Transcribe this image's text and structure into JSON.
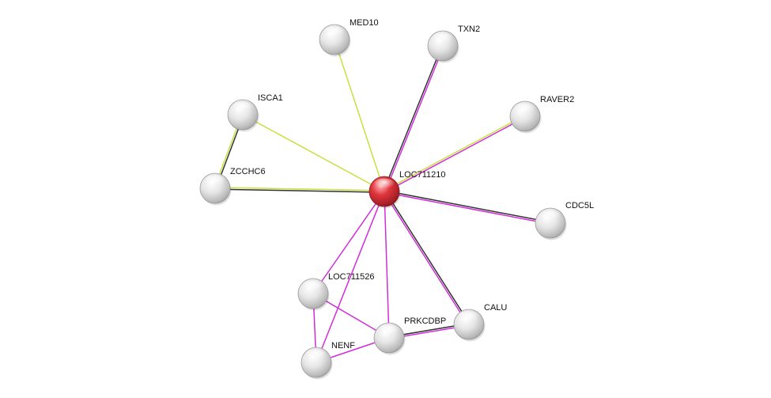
{
  "network": {
    "center_node": "LOC711210",
    "nodes": [
      {
        "id": "LOC711210",
        "label": "LOC711210",
        "color": "#e0363d",
        "center": true
      },
      {
        "id": "MED10",
        "label": "MED10",
        "color": "#e8e8e8"
      },
      {
        "id": "TXN2",
        "label": "TXN2",
        "color": "#e8e8e8"
      },
      {
        "id": "ISCA1",
        "label": "ISCA1",
        "color": "#e8e8e8"
      },
      {
        "id": "RAVER2",
        "label": "RAVER2",
        "color": "#e8e8e8"
      },
      {
        "id": "ZCCHC6",
        "label": "ZCCHC6",
        "color": "#e8e8e8"
      },
      {
        "id": "CDC5L",
        "label": "CDC5L",
        "color": "#e8e8e8"
      },
      {
        "id": "LOC711526",
        "label": "LOC711526",
        "color": "#e8e8e8"
      },
      {
        "id": "CALU",
        "label": "CALU",
        "color": "#e8e8e8"
      },
      {
        "id": "PRKCDBP",
        "label": "PRKCDBP",
        "color": "#e8e8e8"
      },
      {
        "id": "NENF",
        "label": "NENF",
        "color": "#e8e8e8"
      }
    ],
    "edge_colors": {
      "textmining": "#c8e040",
      "coexpression": "#333333",
      "experiments": "#d02dd8"
    },
    "edges": [
      {
        "source": "LOC711210",
        "target": "MED10",
        "types": [
          "textmining"
        ]
      },
      {
        "source": "LOC711210",
        "target": "TXN2",
        "types": [
          "coexpression",
          "experiments"
        ]
      },
      {
        "source": "LOC711210",
        "target": "ISCA1",
        "types": [
          "textmining"
        ]
      },
      {
        "source": "LOC711210",
        "target": "RAVER2",
        "types": [
          "textmining",
          "experiments"
        ]
      },
      {
        "source": "LOC711210",
        "target": "ZCCHC6",
        "types": [
          "coexpression",
          "textmining"
        ]
      },
      {
        "source": "LOC711210",
        "target": "CDC5L",
        "types": [
          "coexpression",
          "experiments"
        ]
      },
      {
        "source": "LOC711210",
        "target": "LOC711526",
        "types": [
          "experiments"
        ]
      },
      {
        "source": "LOC711210",
        "target": "CALU",
        "types": [
          "coexpression",
          "experiments"
        ]
      },
      {
        "source": "LOC711210",
        "target": "PRKCDBP",
        "types": [
          "experiments"
        ]
      },
      {
        "source": "LOC711210",
        "target": "NENF",
        "types": [
          "experiments"
        ]
      },
      {
        "source": "ISCA1",
        "target": "ZCCHC6",
        "types": [
          "coexpression",
          "textmining"
        ]
      },
      {
        "source": "LOC711526",
        "target": "NENF",
        "types": [
          "experiments"
        ]
      },
      {
        "source": "LOC711526",
        "target": "PRKCDBP",
        "types": [
          "experiments"
        ]
      },
      {
        "source": "NENF",
        "target": "PRKCDBP",
        "types": [
          "experiments"
        ]
      },
      {
        "source": "PRKCDBP",
        "target": "CALU",
        "types": [
          "coexpression",
          "experiments"
        ]
      }
    ]
  }
}
